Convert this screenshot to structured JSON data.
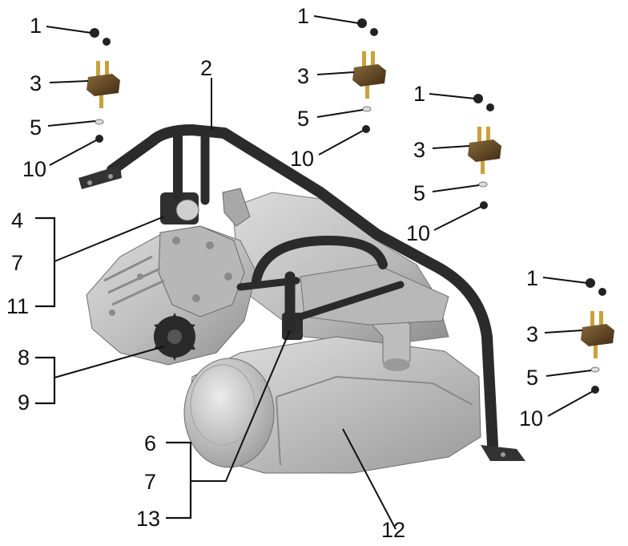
{
  "diagram": {
    "callouts": {
      "c1": "1",
      "c2": "2",
      "c3": "3",
      "c4": "4",
      "c5": "5",
      "c6": "6",
      "c7": "7",
      "c8": "8",
      "c9": "9",
      "c10": "10",
      "c11": "11",
      "c12": "12",
      "c13": "13"
    },
    "colors": {
      "engine_light": "#c9c9c9",
      "engine_mid": "#a3a3a3",
      "engine_dark": "#6e6e6e",
      "frame": "#2b2b2b",
      "mount_body": "#5a3e1f",
      "mount_stud": "#c9a13b",
      "sprocket": "#2a2a2a"
    }
  }
}
